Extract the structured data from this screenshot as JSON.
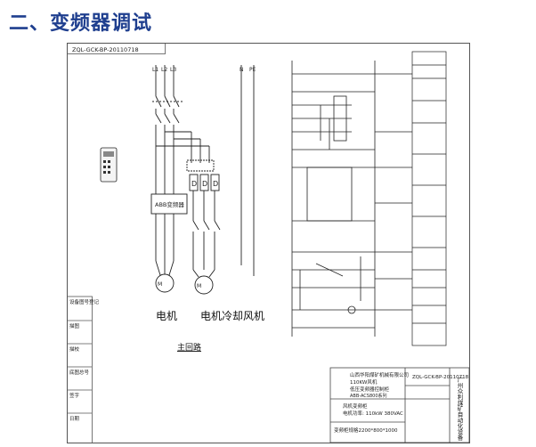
{
  "slide": {
    "title": "二、变频器调试"
  },
  "sheet": {
    "code_top": "ZQL-GCK-BP-20110718",
    "code_side": "ZQL-GCK-BP-20110718",
    "phase_labels": [
      "L1",
      "L2",
      "L3",
      "N",
      "PE"
    ],
    "vfd_label": "ABB变频器",
    "motor_label": "电机",
    "fan_label": "电机冷却风机",
    "main_circuit_label": "主回路",
    "left_strip": [
      "设备图号登记",
      "描图",
      "描校",
      "底图总号",
      "签字",
      "日期"
    ],
    "title_block": {
      "company": "山西华阳煤矿机械有限公司",
      "product_line1": "110KW风机",
      "product_line2": "低压变频器控制柜",
      "product_line3": "ABB-ACS800系列",
      "spec_line1": "风机变频柜",
      "spec_line2": "电机功率: 110kW 380VAC",
      "spec_line3": "变频柜规格2200*800*1000",
      "vertical_text": "广州众利煤矿自动化设备"
    }
  }
}
